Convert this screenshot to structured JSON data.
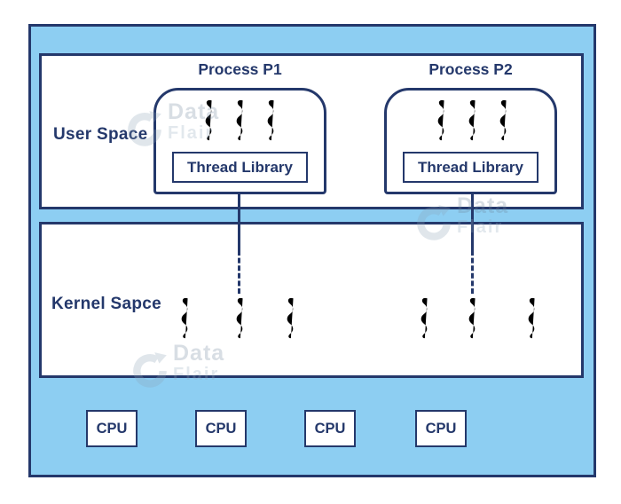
{
  "colors": {
    "canvas_bg": "#ffffff",
    "panel_bg": "#8dcef2",
    "line_navy": "#24386b",
    "box_bg": "#ffffff",
    "watermark_gray": "#93a9bd"
  },
  "user_space": {
    "label": "User Space",
    "processes": [
      {
        "title": "Process P1",
        "thread_library_label": "Thread Library",
        "user_thread_count": 3
      },
      {
        "title": "Process P2",
        "thread_library_label": "Thread Library",
        "user_thread_count": 3
      }
    ]
  },
  "kernel_space": {
    "label": "Kernel Sapce",
    "thread_groups": [
      {
        "kernel_thread_count": 3,
        "dashed_link_from": "Process P1"
      },
      {
        "kernel_thread_count": 3,
        "dashed_link_from": "Process P2"
      }
    ]
  },
  "cpus": [
    {
      "label": "CPU"
    },
    {
      "label": "CPU"
    },
    {
      "label": "CPU"
    },
    {
      "label": "CPU"
    }
  ],
  "watermark": {
    "line1": "Data",
    "line2": "Flair"
  }
}
